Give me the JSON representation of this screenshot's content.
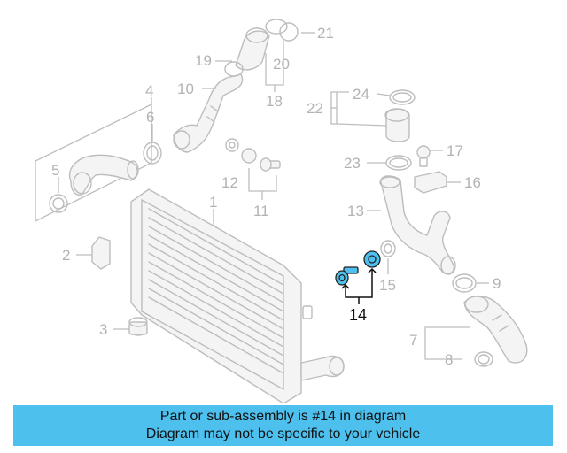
{
  "diagram": {
    "callouts": [
      "1",
      "2",
      "3",
      "4",
      "5",
      "6",
      "7",
      "8",
      "9",
      "10",
      "11",
      "12",
      "13",
      "14",
      "15",
      "16",
      "17",
      "18",
      "19",
      "20",
      "21",
      "22",
      "23",
      "24"
    ],
    "highlighted_callout": "14",
    "colors": {
      "highlight": "#4dc0ee",
      "line_art": "#bdbdbd",
      "label_muted": "#b3b3b3",
      "label_active": "#111111"
    }
  },
  "banner": {
    "line1": "Part or sub-assembly is #14 in diagram",
    "line2": "Diagram may not be specific to your vehicle"
  }
}
